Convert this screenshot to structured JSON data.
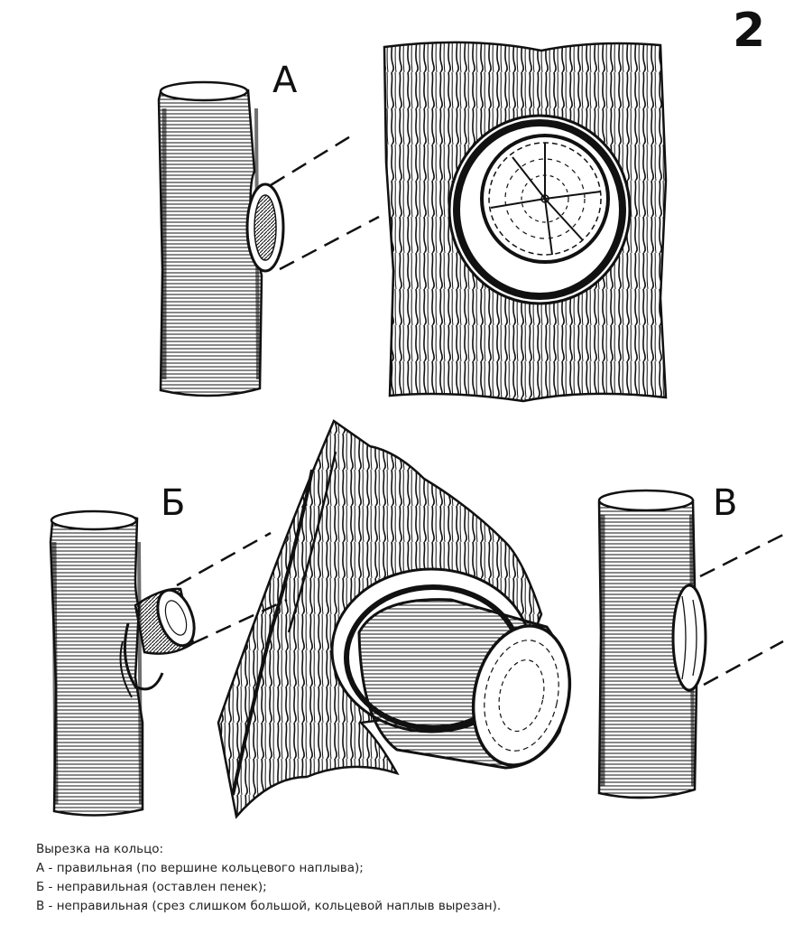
{
  "figure": {
    "number": "2",
    "labels": {
      "a": "А",
      "b": "Б",
      "v": "В"
    }
  },
  "caption": {
    "heading": "Вырезка на кольцо:",
    "lines": [
      "А - правильная (по вершине кольцевого наплыва);",
      "Б - неправильная (оставлен пенек);",
      "В - неправильная (срез слишком большой, кольцевой наплыв вырезан)."
    ]
  },
  "colors": {
    "ink": "#111111",
    "paper": "#ffffff"
  }
}
